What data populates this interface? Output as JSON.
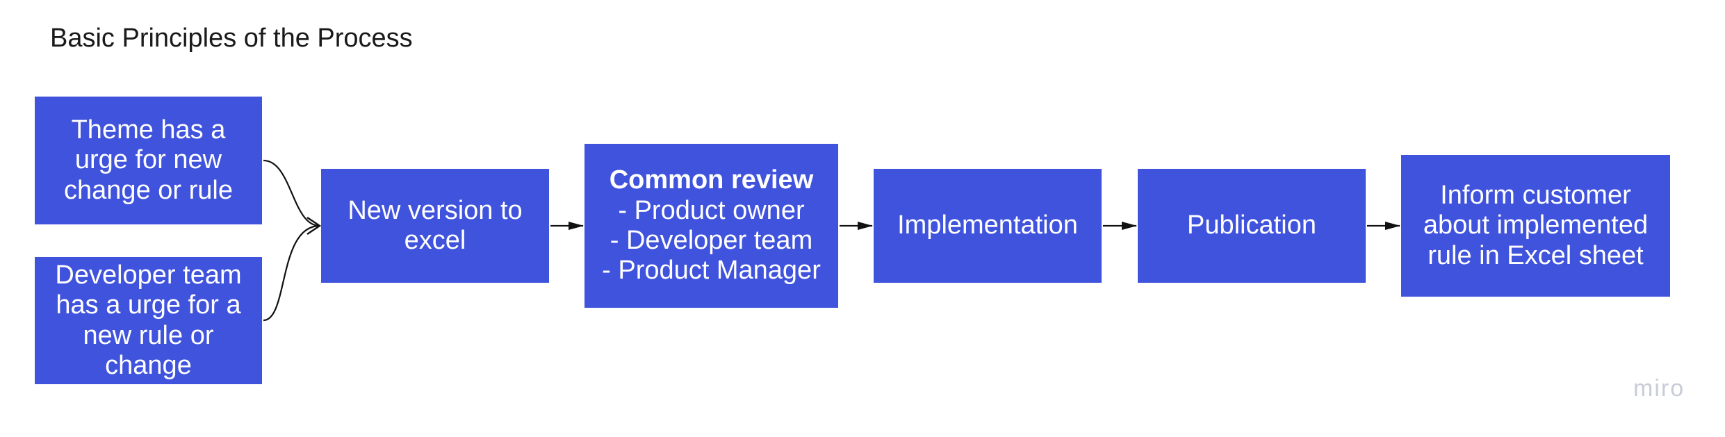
{
  "title": "Basic Principles of the Process",
  "nodes": {
    "theme_urge": [
      "Theme has a",
      "urge for new",
      "change or rule"
    ],
    "developer_urge": [
      "Developer team",
      "has a urge for a",
      "new rule or",
      "change"
    ],
    "new_version": [
      "New version to",
      "excel"
    ],
    "common_review": {
      "heading": "Common review",
      "items": [
        "- Product owner",
        "- Developer team",
        "- Product Manager"
      ]
    },
    "implementation": "Implementation",
    "publication": "Publication",
    "inform_customer": [
      "Inform customer",
      "about implemented",
      "rule in Excel sheet"
    ]
  },
  "colors": {
    "box_fill": "#4053dc",
    "box_text": "#ffffff",
    "arrow": "#111111",
    "logo": "#c8ccd8"
  },
  "logo_text": "miro"
}
